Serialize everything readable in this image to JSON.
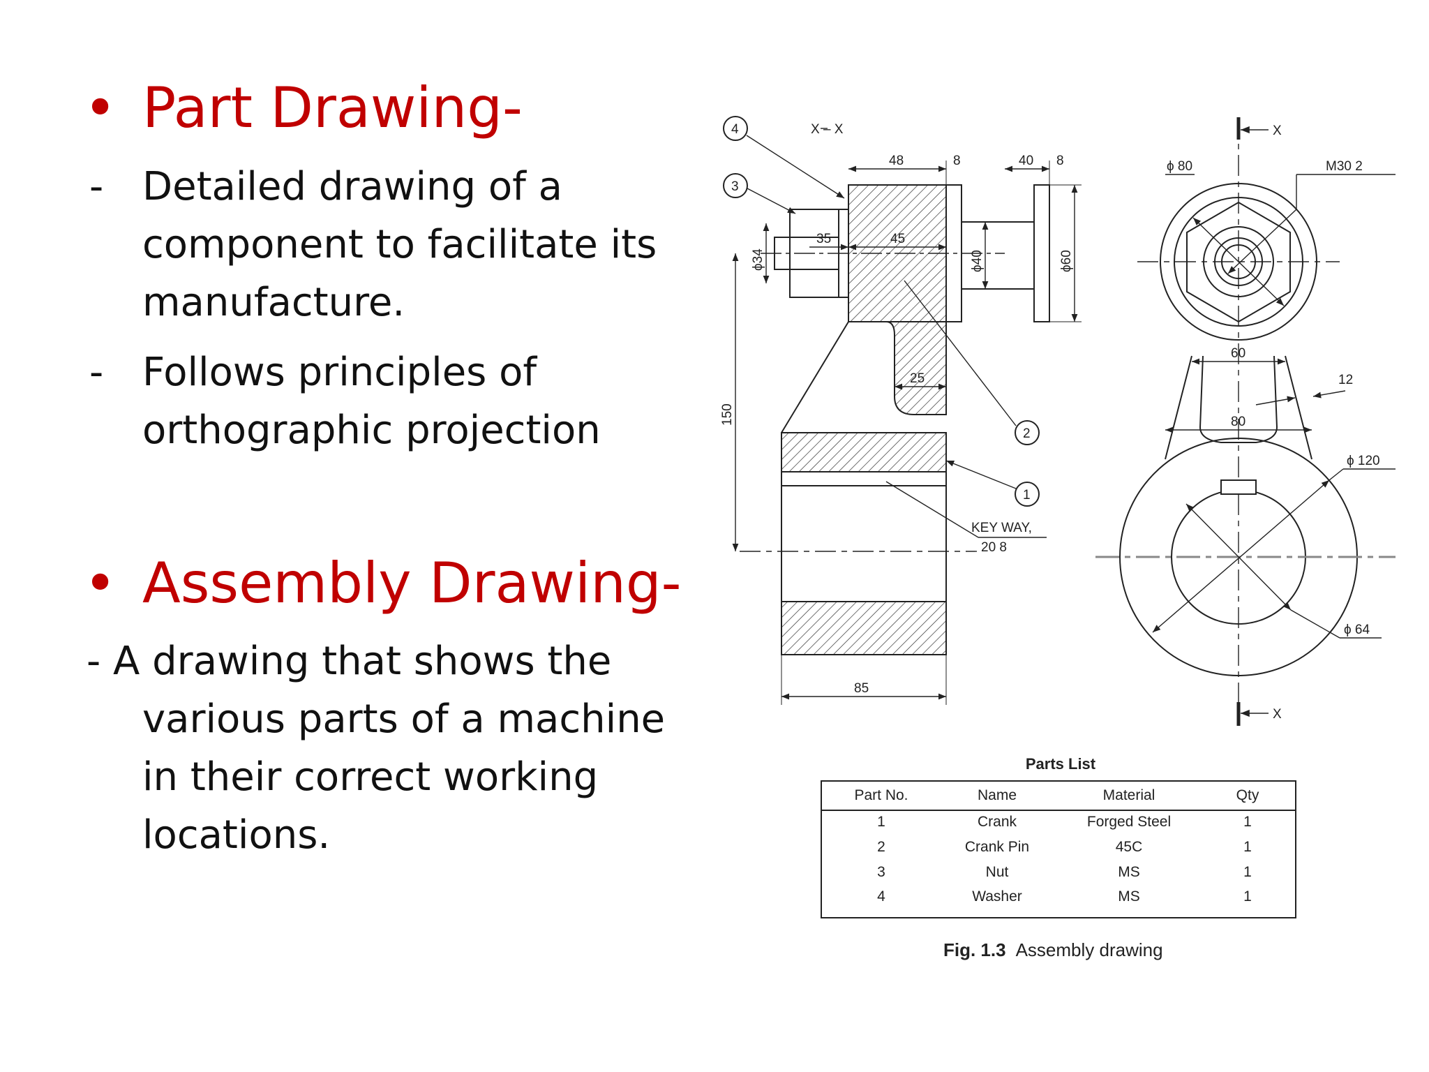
{
  "part_section": {
    "heading": "Part Drawing-",
    "bullet1_dash": "-",
    "bullet1_lines": [
      "Detailed drawing of a",
      "component to facilitate its",
      "manufacture."
    ],
    "bullet2_dash": "-",
    "bullet2_lines": [
      "Follows principles of",
      "orthographic projection"
    ]
  },
  "assembly_section": {
    "heading": "Assembly Drawing-",
    "lines": [
      "- A drawing that shows the",
      "various parts of a machine",
      "in their correct working",
      "locations."
    ]
  },
  "drawing": {
    "section_label": "X – X",
    "callouts": [
      "1",
      "2",
      "3",
      "4"
    ],
    "dims_front": {
      "d48": "48",
      "d8a": "8",
      "d40": "40",
      "d8b": "8",
      "d35": "35",
      "d45": "45",
      "phi34": "ϕ34",
      "phi40": "ϕ40",
      "phi60": "ϕ60",
      "d25": "25",
      "d150": "150",
      "d85": "85"
    },
    "keyway_label": "KEY WAY,",
    "keyway_dims": "20   8",
    "dims_side": {
      "phi80": "ϕ 80",
      "m30": "M30   2",
      "d60": "60",
      "d12": "12",
      "d80": "80",
      "phi120": "ϕ 120",
      "phi64": "ϕ 64"
    },
    "x_marker": "X"
  },
  "parts_list": {
    "title": "Parts List",
    "headers": [
      "Part No.",
      "Name",
      "Material",
      "Qty"
    ],
    "rows": [
      [
        "1",
        "Crank",
        "Forged Steel",
        "1"
      ],
      [
        "2",
        "Crank Pin",
        "45C",
        "1"
      ],
      [
        "3",
        "Nut",
        "MS",
        "1"
      ],
      [
        "4",
        "Washer",
        "MS",
        "1"
      ]
    ]
  },
  "caption": {
    "fig": "Fig. 1.3",
    "text": "Assembly drawing"
  },
  "colors": {
    "heading": "#c00000",
    "text": "#111111",
    "line": "#222222"
  }
}
